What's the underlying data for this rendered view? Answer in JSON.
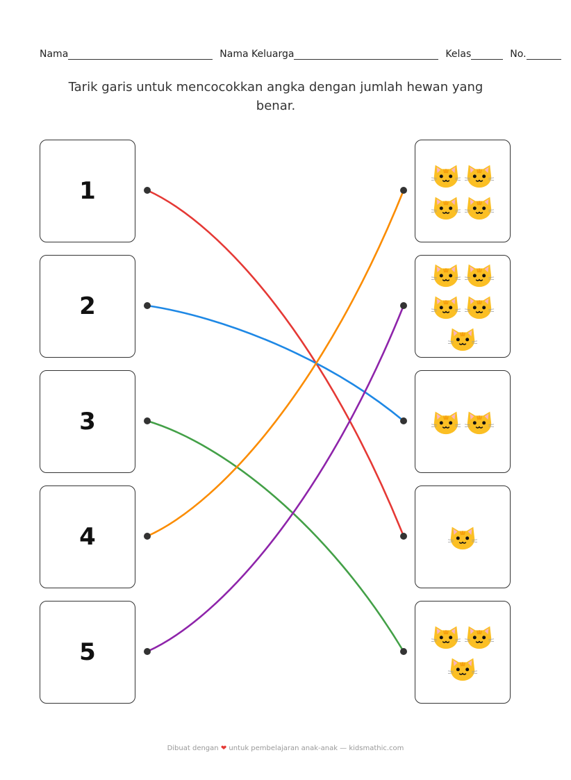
{
  "header": {
    "name_label": "Nama",
    "family_label": "Nama Keluarga",
    "class_label": "Kelas",
    "no_label": "No."
  },
  "instruction": "Tarik garis untuk mencocokkan angka dengan jumlah hewan yang benar.",
  "left_numbers": [
    "1",
    "2",
    "3",
    "4",
    "5"
  ],
  "right_cat_counts": [
    4,
    5,
    2,
    1,
    3
  ],
  "animal_icon": "cat-face-icon",
  "connections": [
    {
      "from": 1,
      "to_row": 4,
      "color": "#e53935"
    },
    {
      "from": 2,
      "to_row": 3,
      "color": "#1e88e5"
    },
    {
      "from": 3,
      "to_row": 5,
      "color": "#43a047"
    },
    {
      "from": 4,
      "to_row": 1,
      "color": "#fb8c00"
    },
    {
      "from": 5,
      "to_row": 2,
      "color": "#8e24aa"
    }
  ],
  "footer": {
    "prefix": "Dibuat dengan",
    "heart": "❤",
    "suffix": "untuk pembelajaran anak-anak — kidsmathic.com"
  }
}
